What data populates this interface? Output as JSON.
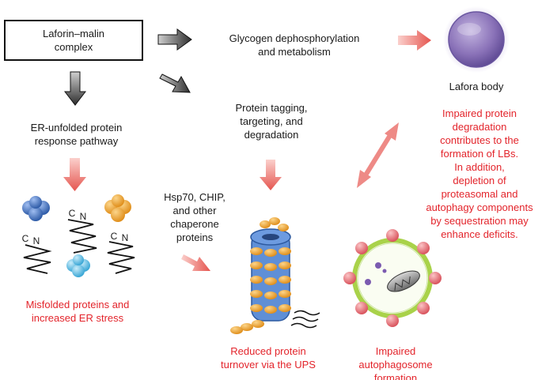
{
  "nodes": {
    "complex": "Laforin–malin\ncomplex",
    "glycogen": "Glycogen dephosphorylation\nand metabolism",
    "lafora_body": "Lafora body",
    "er_pathway": "ER-unfolded protein\nresponse pathway",
    "protein_tagging": "Protein tagging,\ntargeting, and\ndegradation",
    "chaperones": "Hsp70, CHIP,\nand other\nchaperone\nproteins",
    "impaired_degradation": "Impaired protein\ndegradation\ncontributes to the\nformation of LBs.\nIn addition,\ndepletion of\nproteasomal and\nautophagy components\nby sequestration may\nenhance deficits.",
    "misfolded": "Misfolded proteins and\nincreased ER stress",
    "reduced_turnover": "Reduced protein\nturnover via the UPS",
    "autophagosome": "Impaired\nautophagosome\nformation"
  },
  "terminal_labels": {
    "c": "C",
    "n": "N"
  },
  "colors": {
    "outcome_text": "#e3242b",
    "dark_arrow": "#3a3a3a",
    "red_arrow": "#e9605c",
    "protein_blue": "#3f6fbf",
    "protein_orange": "#f0a533",
    "protein_lightblue": "#6cc4e8",
    "lafora_purple": "#8a72b8",
    "autophagosome_ring": "#a9d24a",
    "vesicle_pink": "#e8737a"
  }
}
